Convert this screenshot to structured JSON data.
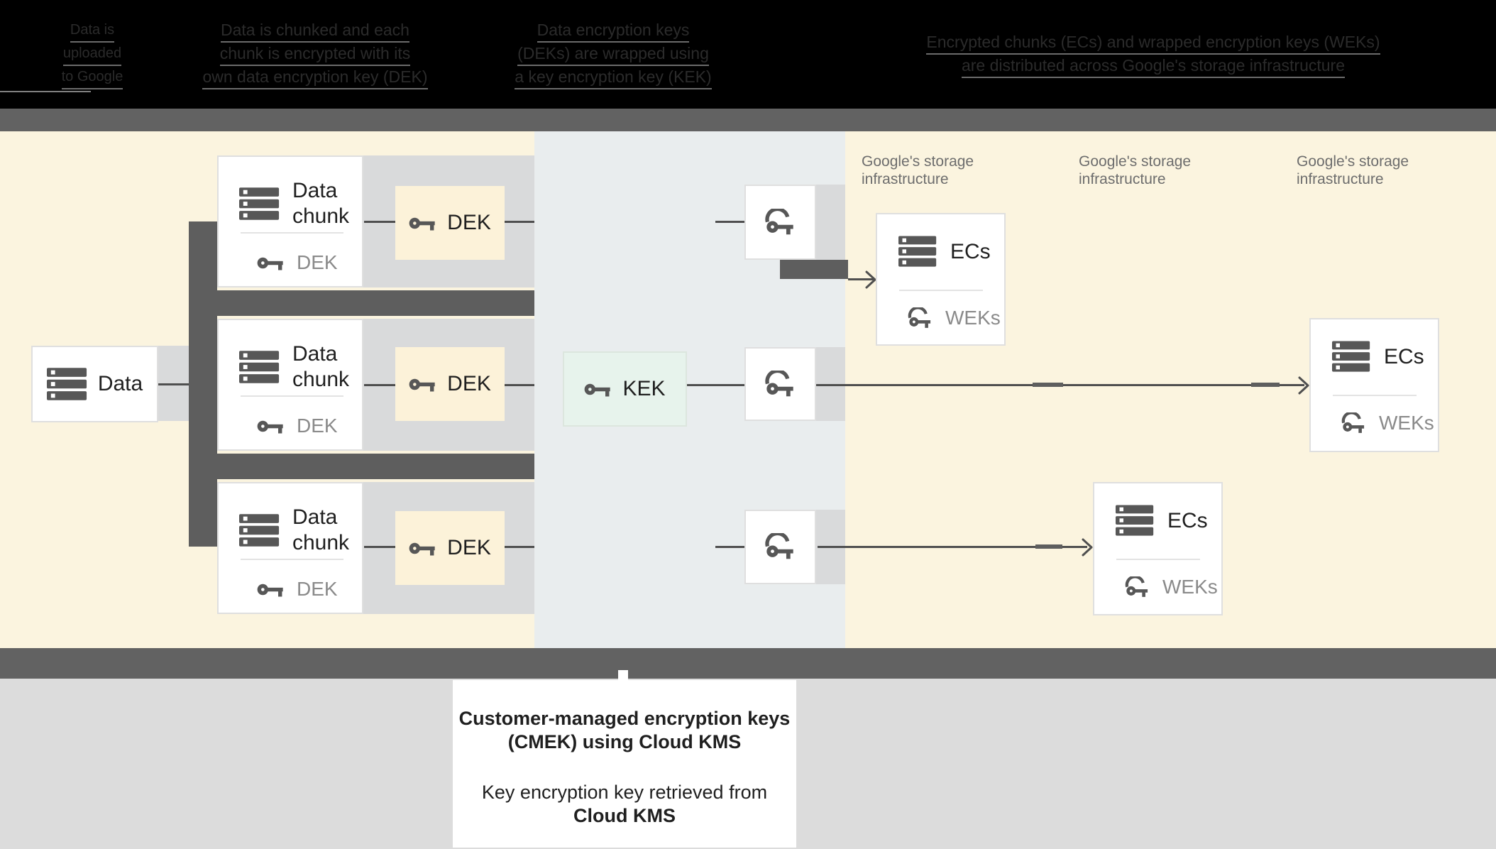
{
  "header": {
    "blocks": [
      {
        "lines": [
          "Data is",
          "uploaded",
          "to Google"
        ]
      },
      {
        "lines": [
          "Data is chunked and each",
          "chunk is encrypted with its",
          "own data encryption key (DEK)"
        ]
      },
      {
        "lines": [
          "Data encryption keys",
          "(DEKs) are wrapped using",
          "a key encryption key (KEK)"
        ]
      },
      {
        "lines": [
          "Encrypted chunks (ECs) and wrapped encryption keys (WEKs)",
          "are distributed across Google's storage infrastructure"
        ]
      }
    ]
  },
  "storage_label": {
    "line1": "Google's storage",
    "line2": "infrastructure"
  },
  "boxes": {
    "data": {
      "label": "Data"
    },
    "data_chunk": {
      "line1": "Data",
      "line2": "chunk",
      "key_label": "DEK"
    },
    "dek": {
      "label": "DEK"
    },
    "kek": {
      "label": "KEK"
    },
    "ecs": {
      "label": "ECs",
      "key_label": "WEKs"
    }
  },
  "caption": {
    "line1": "Customer-managed encryption keys",
    "line2": "(CMEK) using Cloud KMS",
    "line3": "Key encryption key retrieved from",
    "line4": "Cloud KMS"
  },
  "icons": {
    "database": "database-icon",
    "key": "key-icon",
    "wrapped_key": "wrapped-key-icon"
  },
  "colors": {
    "header_bg": "#000000",
    "header_text": "#2b2b2b",
    "band": "#626262",
    "cream": "#fbf4df",
    "mid": "#e9edee",
    "strip": "#d9dadb",
    "dark": "#5e5e5e",
    "line": "#4f4f4f",
    "box_border": "#dfdfdf",
    "divider": "#e3e3e3",
    "icon": "#575757",
    "text_dark": "#1f1f1f",
    "text_gray": "#8a8a8a",
    "label_gray": "#6d6d6d",
    "dek_fill": "#fcf2d9",
    "kek_fill": "#e7f3ec",
    "kek_border": "#dce6de",
    "footer_bg": "#dcdcdc"
  }
}
